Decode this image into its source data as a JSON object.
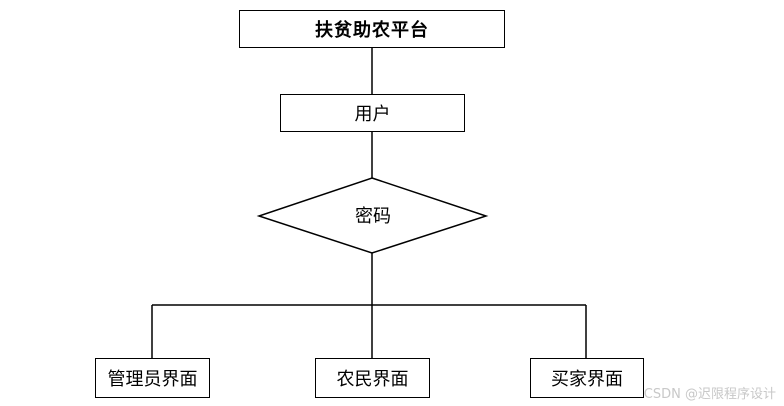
{
  "nodes": {
    "root": "扶贫助农平台",
    "user": "用户",
    "password": "密码",
    "admin": "管理员界面",
    "farmer": "农民界面",
    "buyer": "买家界面"
  },
  "watermark": "CSDN @迟限程序设计"
}
